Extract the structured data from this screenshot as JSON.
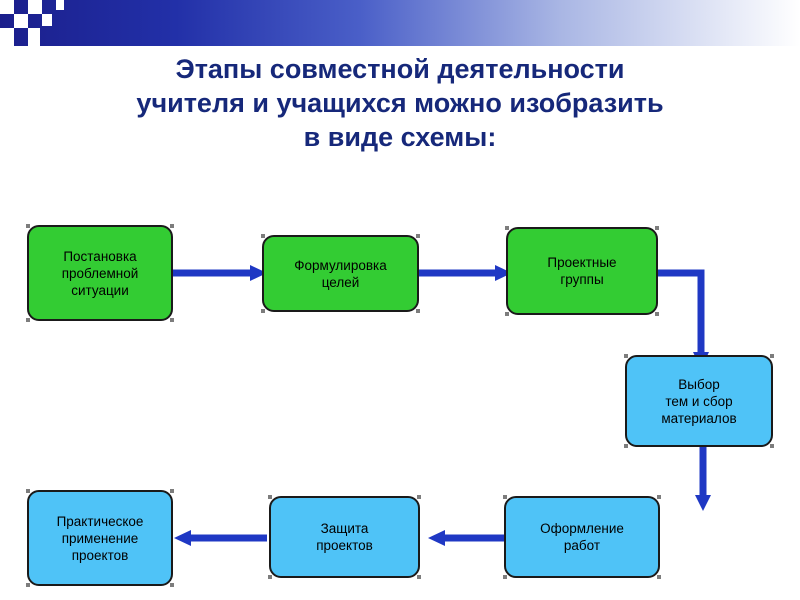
{
  "slide": {
    "title": "Этапы совместной деятельности учителя и учащихся можно изобразить в виде схемы:",
    "title_lines": [
      "Этапы совместной деятельности",
      "учителя и учащихся можно изобразить",
      "в виде схемы:"
    ],
    "colors": {
      "title_text": "#16287a",
      "banner_dark": "#1b1f8c",
      "node_green": "#33cc33",
      "node_blue": "#4fc3f7",
      "node_border": "#1a1a1a",
      "arrow": "#1f38c4",
      "background": "#ffffff"
    }
  },
  "diagram": {
    "type": "flowchart",
    "nodes": [
      {
        "id": "n1",
        "label": "Постановка\nпроблемной\nситуации",
        "color": "green"
      },
      {
        "id": "n2",
        "label": "Формулировка\nцелей",
        "color": "green"
      },
      {
        "id": "n3",
        "label": "Проектные\nгруппы",
        "color": "green"
      },
      {
        "id": "n4",
        "label": "Выбор\nтем и сбор\nматериалов",
        "color": "blue"
      },
      {
        "id": "n5",
        "label": "Оформление\nработ",
        "color": "blue"
      },
      {
        "id": "n6",
        "label": "Защита\nпроектов",
        "color": "blue"
      },
      {
        "id": "n7",
        "label": "Практическое\nприменение\nпроектов",
        "color": "blue"
      }
    ],
    "edges": [
      {
        "from": "n1",
        "to": "n2"
      },
      {
        "from": "n2",
        "to": "n3"
      },
      {
        "from": "n3",
        "to": "n4"
      },
      {
        "from": "n4",
        "to": "n5"
      },
      {
        "from": "n5",
        "to": "n6"
      },
      {
        "from": "n6",
        "to": "n7"
      }
    ]
  }
}
